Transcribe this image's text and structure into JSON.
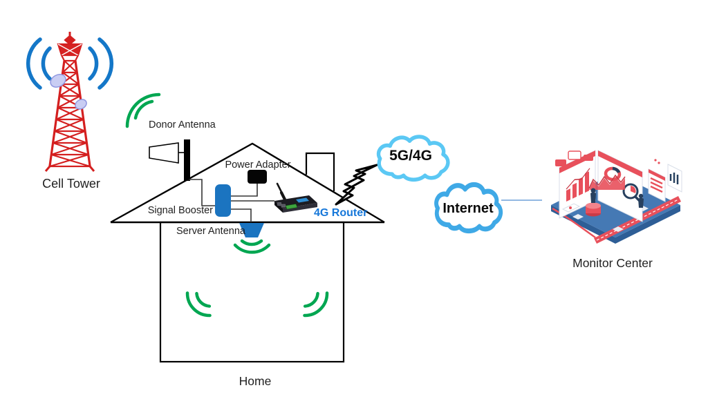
{
  "diagram": {
    "labels": {
      "cell_tower": "Cell Tower",
      "donor_antenna": "Donor Antenna",
      "power_adapter": "Power Adapter",
      "signal_booster": "Signal Booster",
      "server_antenna": "Server Antenna",
      "router": "4G Router",
      "cloud_network": "5G/4G",
      "cloud_internet": "Internet",
      "monitor_center": "Monitor Center",
      "home": "Home"
    },
    "colors": {
      "tower_red": "#D41F1F",
      "device_blue": "#1B74C0",
      "router_label_blue": "#1677D9",
      "signal_green": "#00A651",
      "tower_wave_blue": "#1477C8",
      "cloud_border_light": "#5BC8F4",
      "cloud_border_dark": "#3FA9E6",
      "internet_link_blue": "#6FA0D8",
      "platform_blue": "#4579B4",
      "accent_red": "#E8505B",
      "outline_black": "#000000"
    }
  }
}
